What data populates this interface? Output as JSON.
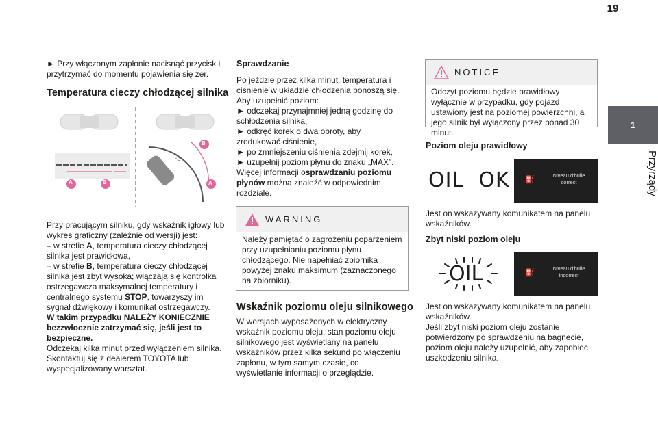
{
  "page_number": "19",
  "side_tab": {
    "number": "1",
    "label": "Przyrządy"
  },
  "col1": {
    "intro": "► Przy włączonym zapłonie nacisnąć przycisk i przytrzymać do momentu pojawienia się zer.",
    "heading": "Temperatura cieczy chłodzącej silnika",
    "figure_labels": {
      "a1": "A",
      "b1": "B",
      "b2": "B",
      "a2": "A",
      "c": "°C"
    },
    "p1": "Przy pracującym silniku, gdy wskaźnik igłowy lub wykres graficzny (zależnie od wersji) jest:",
    "p2_a": "– w strefie ",
    "p2_zone": "A",
    "p2_b": ", temperatura cieczy chłodzącej silnika jest prawidłowa,",
    "p3_a": "– w strefie ",
    "p3_zone": "B",
    "p3_b": ", temperatura cieczy chłodzącej silnika jest zbyt wysoka; włączają się kontrolka ostrzegawcza maksymalnej temperatury i centralnego systemu ",
    "p3_stop": "STOP",
    "p3_c": ", towarzyszy im sygnał dźwiękowy i komunikat ostrzegawczy.",
    "p4_bold": "W takim przypadku NALEŻY KONIECZNIE bezzwłocznie zatrzymać się, jeśli jest to bezpieczne.",
    "p5": "Odczekaj kilka minut przed wyłączeniem silnika. Skontaktuj się z dealerem TOYOTA lub wyspecjalizowany warsztat."
  },
  "col2": {
    "heading": "Sprawdzanie",
    "p1": "Po jeździe przez kilka minut, temperatura i ciśnienie w układzie chłodzenia ponoszą się.",
    "p2": "Aby uzupełnić poziom:",
    "b1": "► odczekaj przynajmniej jedną godzinę do schłodzenia silnika,",
    "b2": "► odkręć korek o dwa obroty, aby zredukować ciśnienie,",
    "b3": "► po zmniejszeniu ciśnienia zdejmij korek,",
    "b4": "► uzupełnij poziom płynu do znaku „MAX”.",
    "p3_a": "Więcej informacji o",
    "p3_bold": "sprawdzaniu poziomu płynów",
    "p3_b": " można znaleźć w odpowiednim rozdziale.",
    "warning": {
      "title": "WARNING",
      "text": "Należy pamiętać o zagrożeniu poparzeniem przy uzupełnianiu poziomu płynu chłodzącego. Nie napełniać zbiornika powyżej znaku maksimum (zaznaczonego na zbiorniku)."
    },
    "heading2": "Wskaźnik poziomu oleju silnikowego",
    "p4": "W wersjach wyposażonych w elektryczny wskaźnik poziomu oleju, stan poziomu oleju silnikowego jest wyświetlany na panelu wskaźników przez kilka sekund po włączeniu zapłonu, w tym samym czasie, co wyświetlanie informacji o przeglądzie."
  },
  "col3": {
    "notice": {
      "title": "NOTICE",
      "text": "Odczyt poziomu będzie prawidłowy wyłącznie w przypadku, gdy pojazd ustawiony jest na poziomej powierzchni, a jego silnik był wyłączony przez ponad 30 minut."
    },
    "heading1": "Poziom oleju prawidłowy",
    "panel1": {
      "oil_text": "OIL  OK",
      "message": "Niveau d'huile correct"
    },
    "p1": "Jest on wskazywany komunikatem na panelu wskaźników.",
    "heading2": "Zbyt niski poziom oleju",
    "panel2": {
      "oil_text": "OIL",
      "message": "Niveau d'huile incorrect"
    },
    "p2": "Jest on wskazywany komunikatem na panelu wskaźników.",
    "p3": "Jeśli zbyt niski poziom oleju zostanie potwierdzony po sprawdzeniu na bagnecie, poziom oleju należy uzupełnić, aby zapobiec uszkodzeniu silnika."
  },
  "colors": {
    "accent_pink": "#e0679a",
    "side_tab": "#5e6066",
    "dark_panel": "#1f1f1f"
  }
}
